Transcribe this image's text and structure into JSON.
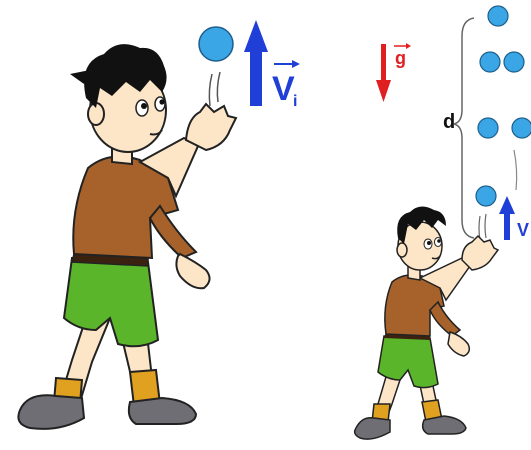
{
  "labels": {
    "vi_main": "V",
    "vi_sub": "i",
    "gravity": "g",
    "distance": "d",
    "vi_small": "V"
  },
  "colors": {
    "ball": "#3aa6e6",
    "velocity_arrow": "#1f3fd6",
    "gravity_arrow": "#e02020",
    "shirt": "#a6622a",
    "shorts": "#5bb52a",
    "socks": "#e0a020",
    "skin": "#fde6c8",
    "hair": "#111111",
    "shoes": "#6e6e74"
  },
  "icons": {
    "ball": "ball-icon",
    "arrow_up": "arrow-up-icon",
    "arrow_down": "arrow-down-icon",
    "brace": "brace-icon"
  }
}
